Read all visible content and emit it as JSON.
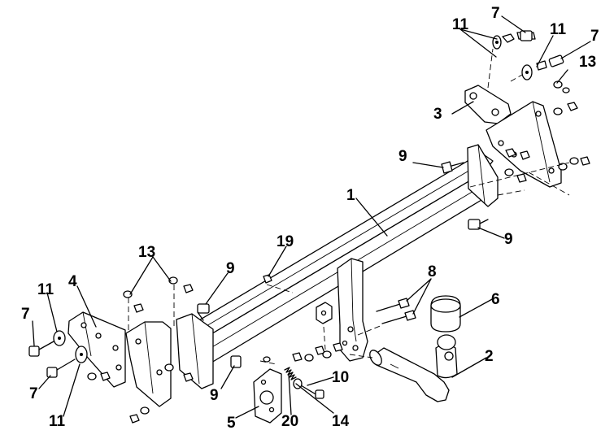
{
  "diagram": {
    "labels": {
      "l1": "1",
      "l2": "2",
      "l3": "3",
      "l4": "4",
      "l5": "5",
      "l6": "6",
      "l7a": "7",
      "l7b": "7",
      "l7c": "7",
      "l7d": "7",
      "l8": "8",
      "l9a": "9",
      "l9b": "9",
      "l9c": "9",
      "l9d": "9",
      "l10": "10",
      "l11a": "11",
      "l11b": "11",
      "l11c": "11",
      "l11d": "11",
      "l13a": "13",
      "l13b": "13",
      "l14": "14",
      "l19": "19",
      "l20": "20"
    }
  }
}
